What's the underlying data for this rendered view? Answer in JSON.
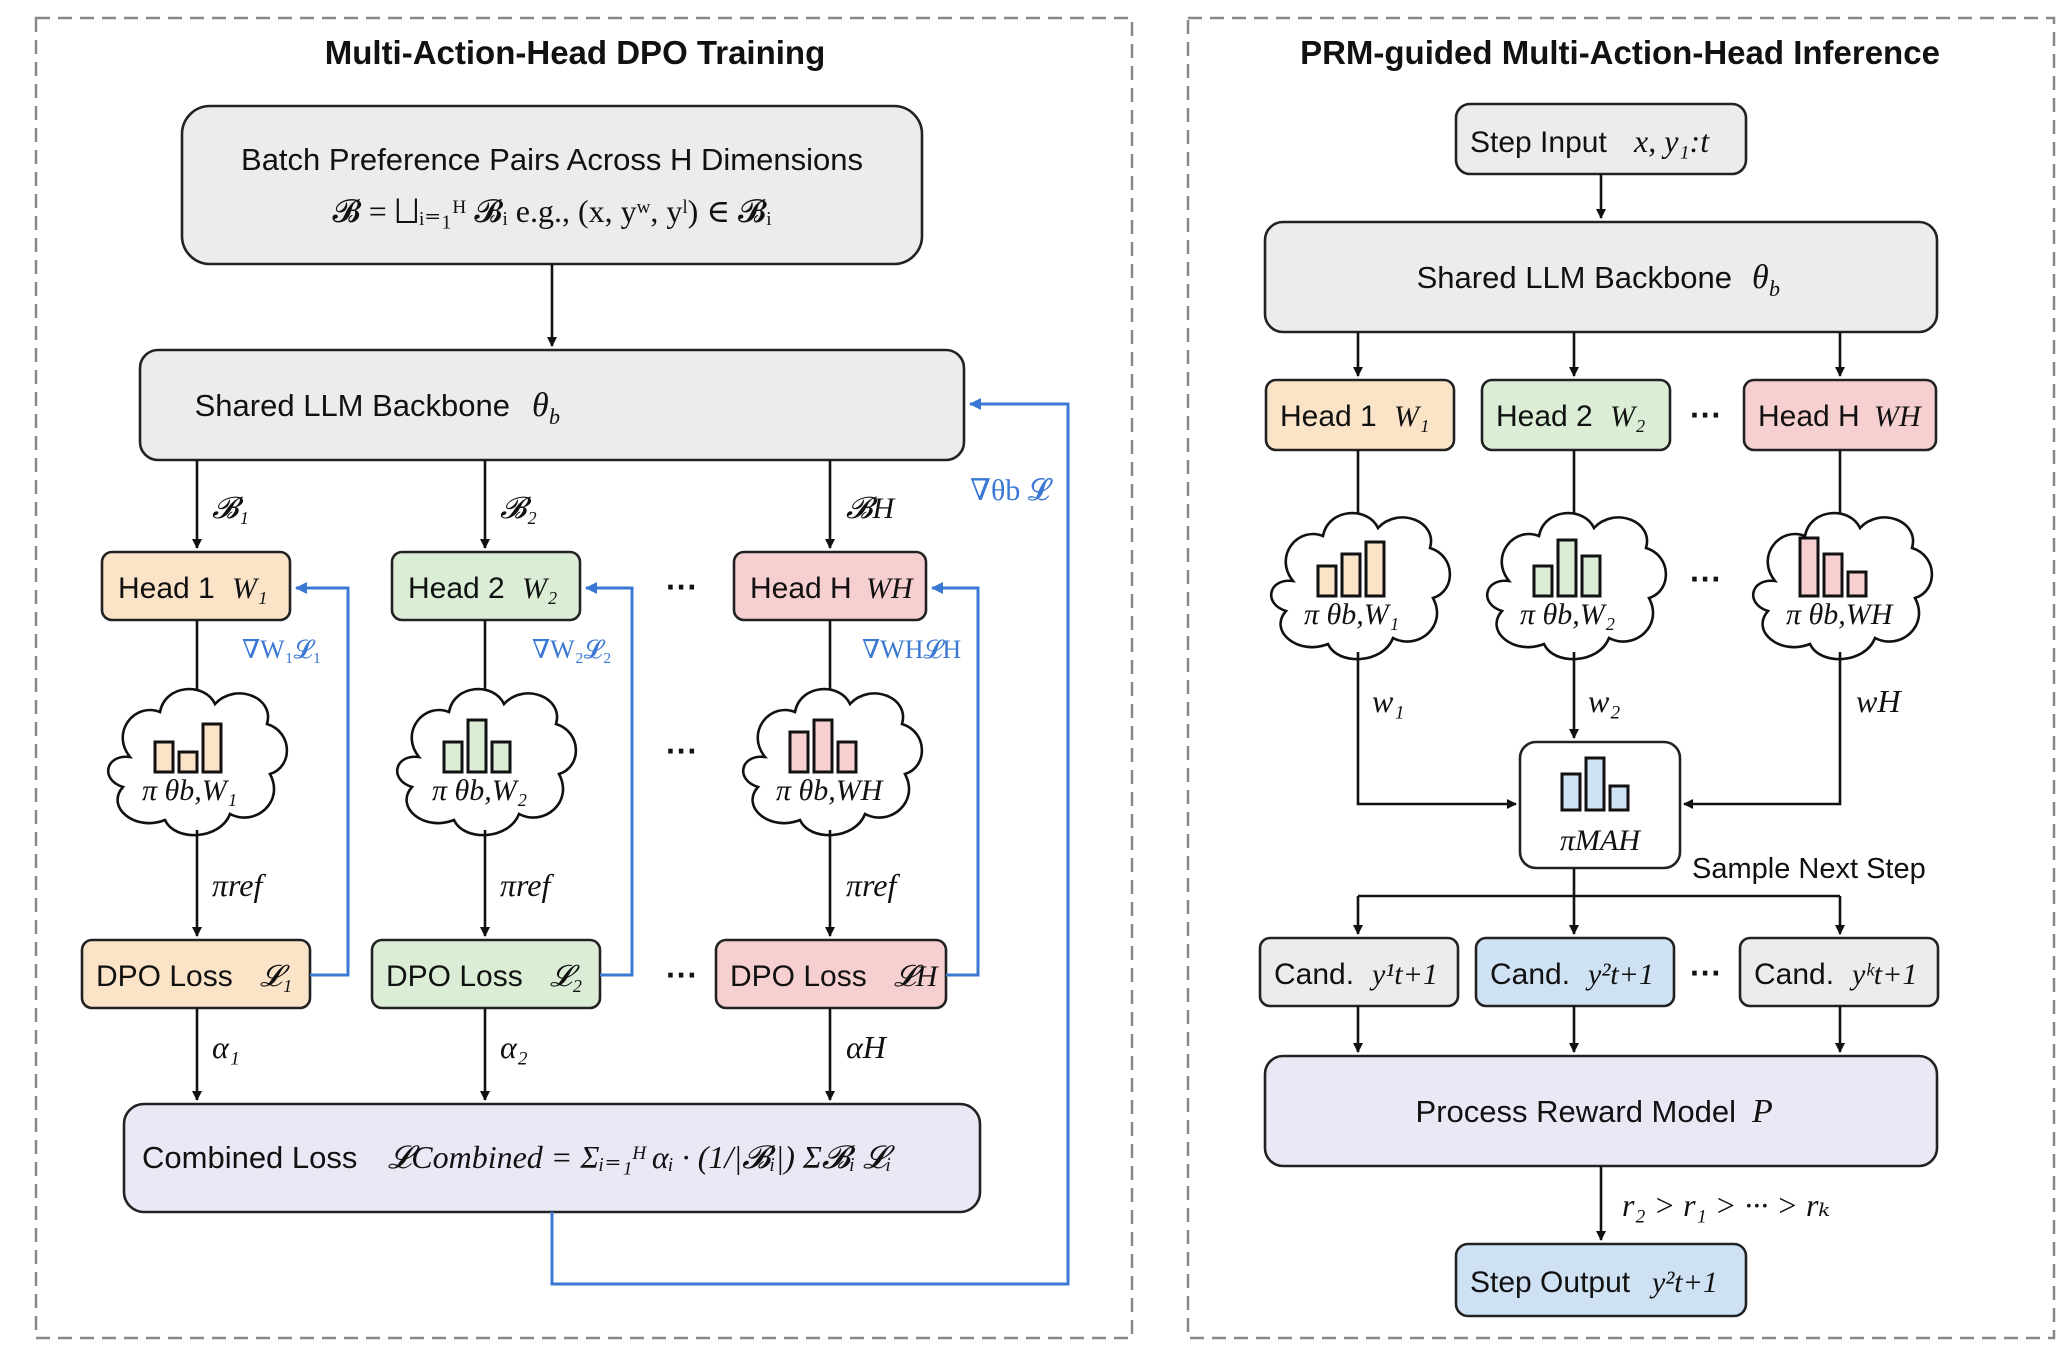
{
  "left": {
    "title": "Multi-Action-Head DPO Training",
    "batch_line1": "Batch Preference Pairs Across H Dimensions",
    "batch_formula": "𝓑 = ⨆ᵢ₌₁ᴴ 𝓑ᵢ    e.g., (x, yʷ, yˡ) ∈ 𝓑ᵢ",
    "backbone": "Shared LLM Backbone",
    "backbone_sym": "θ",
    "backbone_sub": "b",
    "grad_backbone": "∇θb 𝓛",
    "batches": [
      "𝓑₁",
      "𝓑₂",
      "𝓑H"
    ],
    "heads": [
      {
        "label": "Head 1",
        "w": "W₁",
        "grad": "∇W₁𝓛₁",
        "policy": "π θb,W₁",
        "ref": "πref",
        "loss_label": "DPO Loss",
        "loss_sym": "𝓛₁",
        "alpha": "α₁"
      },
      {
        "label": "Head 2",
        "w": "W₂",
        "grad": "∇W₂𝓛₂",
        "policy": "π θb,W₂",
        "ref": "πref",
        "loss_label": "DPO Loss",
        "loss_sym": "𝓛₂",
        "alpha": "α₂"
      },
      {
        "label": "Head H",
        "w": "WH",
        "grad": "∇WH𝓛H",
        "policy": "π θb,WH",
        "ref": "πref",
        "loss_label": "DPO Loss",
        "loss_sym": "𝓛H",
        "alpha": "αH"
      }
    ],
    "ellipsis": "···",
    "combined_label": "Combined Loss",
    "combined_formula": "𝓛Combined = Σᵢ₌₁ᴴ αᵢ · (1/|𝓑ᵢ|) Σ𝓑ᵢ 𝓛ᵢ"
  },
  "right": {
    "title": "PRM-guided Multi-Action-Head Inference",
    "step_input_label": "Step Input",
    "step_input_sym": "x, y₁:t",
    "backbone": "Shared LLM Backbone",
    "backbone_sym": "θ",
    "backbone_sub": "b",
    "heads": [
      {
        "label": "Head 1",
        "w": "W₁",
        "policy": "π θb,W₁",
        "weight": "w₁"
      },
      {
        "label": "Head 2",
        "w": "W₂",
        "policy": "π θb,W₂",
        "weight": "w₂"
      },
      {
        "label": "Head H",
        "w": "WH",
        "policy": "π θb,WH",
        "weight": "wH"
      }
    ],
    "ellipsis": "···",
    "mah": "πMAH",
    "sample_next": "Sample Next Step",
    "candidates": [
      {
        "label": "Cand.",
        "sym": "y¹t+1"
      },
      {
        "label": "Cand.",
        "sym": "y²t+1"
      },
      {
        "label": "Cand.",
        "sym": "yᵏt+1"
      }
    ],
    "prm_label": "Process Reward Model",
    "prm_sym": "P",
    "ranking": "r₂ > r₁ > ··· > rₖ",
    "step_output_label": "Step Output",
    "step_output_sym": "y²t+1"
  },
  "colors": {
    "orange": "#fbe3c8",
    "green": "#dbeed5",
    "red": "#f6cfd1",
    "blue_fill": "#cfe2f3",
    "gray": "#ececec",
    "lavender": "#ebe8f5",
    "gradient_blue": "#3a78d4"
  }
}
